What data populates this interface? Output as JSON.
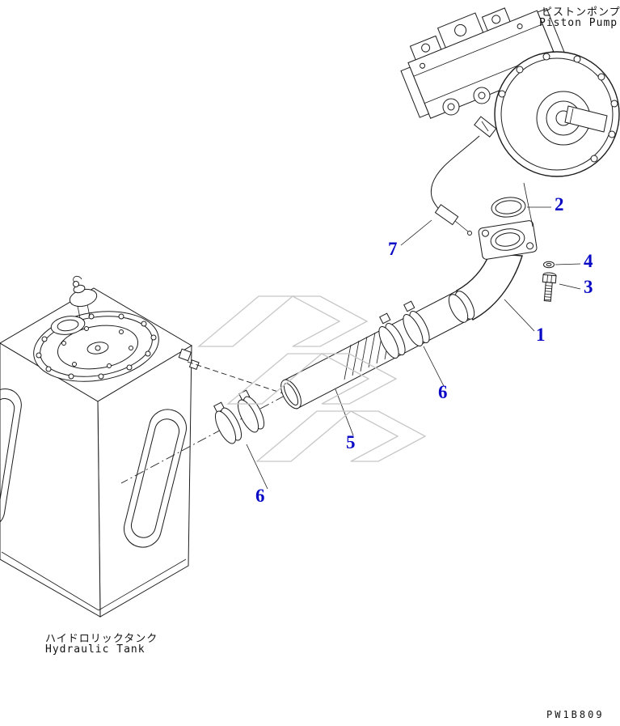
{
  "labels": {
    "pump_jp": "ピストンポンプ",
    "pump_en": "Piston Pump",
    "tank_jp": "ハイドロリックタンク",
    "tank_en": "Hydraulic Tank",
    "drawing_code": "PW1B809"
  },
  "callouts": [
    {
      "num": "1"
    },
    {
      "num": "2"
    },
    {
      "num": "3"
    },
    {
      "num": "4"
    },
    {
      "num": "5"
    },
    {
      "num": "6"
    },
    {
      "num": "6"
    },
    {
      "num": "7"
    }
  ],
  "colors": {
    "callout_blue": "#0a0ac6",
    "line_black": "#1c1c1c",
    "watermark_gray": "#c7c7c7",
    "background": "#ffffff"
  }
}
